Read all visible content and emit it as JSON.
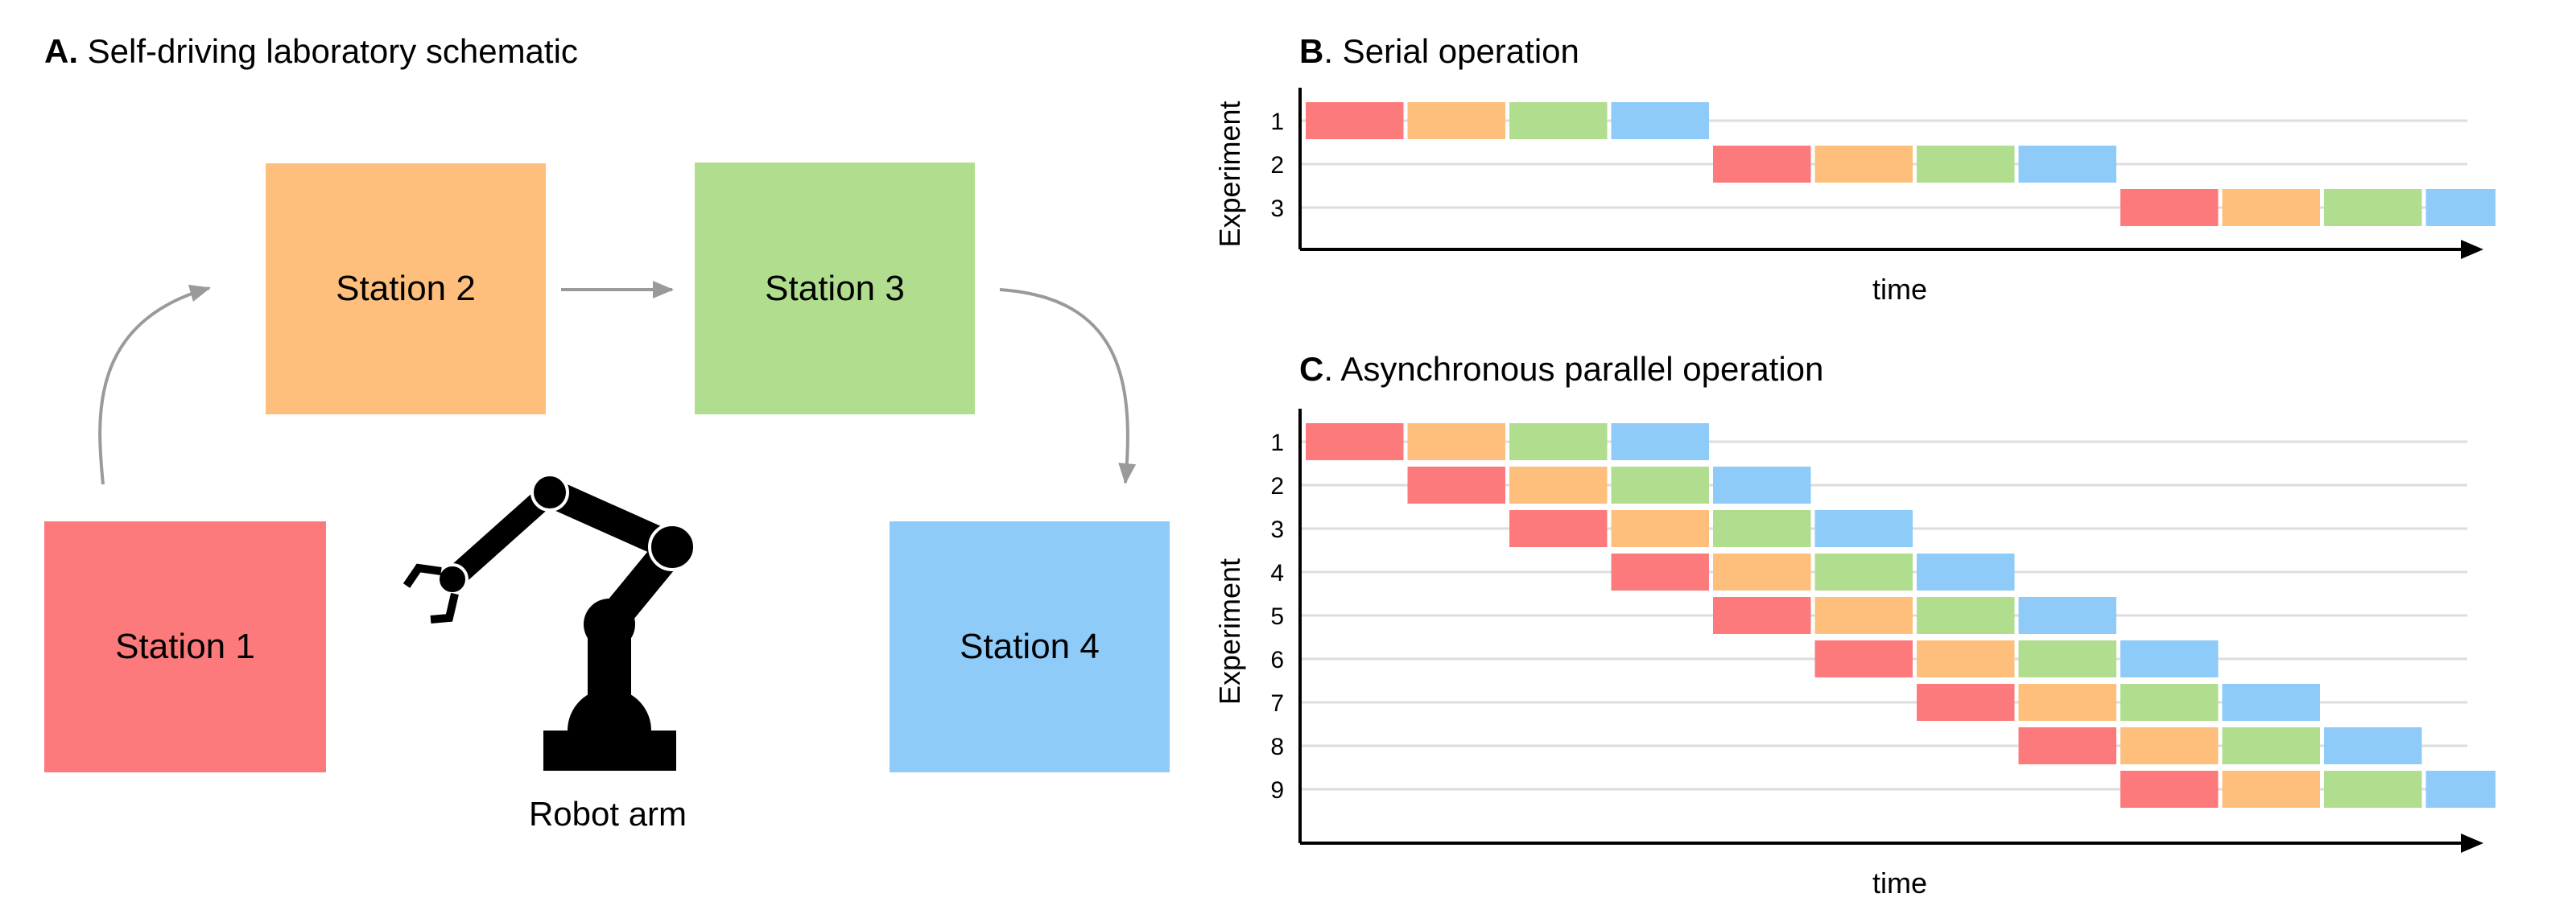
{
  "panel_a": {
    "letter": "A.",
    "title": "Self-driving laboratory schematic",
    "stations": [
      {
        "label": "Station 1",
        "color": "#fd7a7c"
      },
      {
        "label": "Station 2",
        "color": "#febf7c"
      },
      {
        "label": "Station 3",
        "color": "#b0de8e"
      },
      {
        "label": "Station 4",
        "color": "#8ecbf9"
      }
    ],
    "robot_label": "Robot arm",
    "robot_icon": "robot-arm-icon"
  },
  "panel_b": {
    "letter": "B",
    "title": ". Serial operation",
    "ylabel": "Experiment",
    "xlabel": "time",
    "rows": [
      "1",
      "2",
      "3"
    ],
    "mode": "serial"
  },
  "panel_c": {
    "letter": "C",
    "title": ". Asynchronous parallel operation",
    "ylabel": "Experiment",
    "xlabel": "time",
    "rows": [
      "1",
      "2",
      "3",
      "4",
      "5",
      "6",
      "7",
      "8",
      "9"
    ],
    "mode": "asynchronous"
  },
  "colors": {
    "station1": "#fd7a7c",
    "station2": "#febf7c",
    "station3": "#b0de8e",
    "station4": "#8ecbf9",
    "arrow": "#9a9a9a",
    "gridline": "#dddddd"
  }
}
